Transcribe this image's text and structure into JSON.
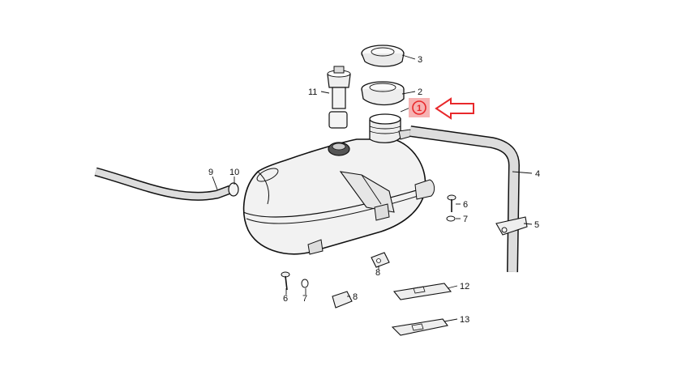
{
  "diagram": {
    "callouts": [
      {
        "id": "c1",
        "text": "1"
      },
      {
        "id": "c2",
        "text": "2"
      },
      {
        "id": "c3",
        "text": "3"
      },
      {
        "id": "c4",
        "text": "4"
      },
      {
        "id": "c5",
        "text": "5"
      },
      {
        "id": "c6a",
        "text": "6"
      },
      {
        "id": "c6b",
        "text": "6"
      },
      {
        "id": "c7a",
        "text": "7"
      },
      {
        "id": "c7b",
        "text": "7"
      },
      {
        "id": "c8a",
        "text": "8"
      },
      {
        "id": "c8b",
        "text": "8"
      },
      {
        "id": "c9",
        "text": "9"
      },
      {
        "id": "c10",
        "text": "10"
      },
      {
        "id": "c11",
        "text": "11"
      },
      {
        "id": "c12",
        "text": "12"
      },
      {
        "id": "c13",
        "text": "13"
      }
    ],
    "highlight": {
      "callout": "1",
      "color": "#e8282b",
      "fill": "#f6b3b3"
    },
    "colors": {
      "ink": "#111111",
      "tank_fill": "#f2f2f2",
      "hose_fill": "#dddddd"
    }
  }
}
